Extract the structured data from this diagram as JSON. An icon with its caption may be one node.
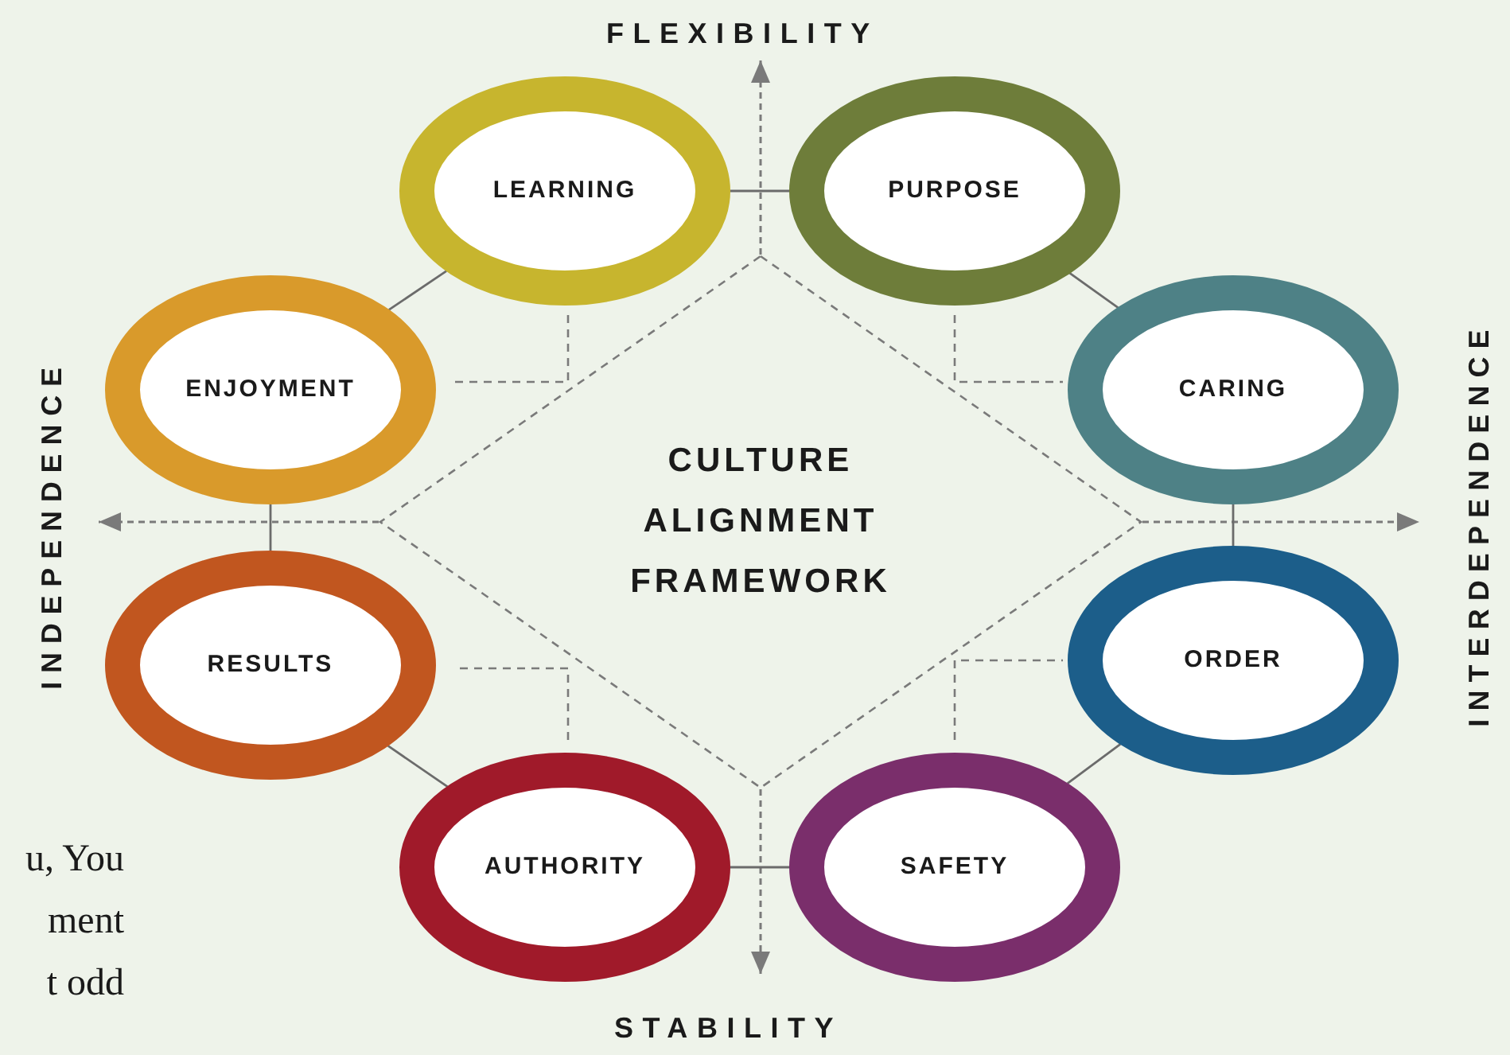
{
  "diagram": {
    "nodes": [
      {
        "text": [
          "LEARNING"
        ]
      },
      {
        "text": [
          "PURPOSE"
        ]
      },
      {
        "text": [
          "ENJOYMENT"
        ]
      },
      {
        "text": [
          "CARING"
        ]
      },
      {
        "text": [
          "RESULTS"
        ]
      },
      {
        "text": [
          "ORDER"
        ]
      },
      {
        "text": [
          "AUTHORITY"
        ]
      },
      {
        "text": [
          "SAFETY"
        ]
      },
      {
        "text": [
          "CULTURE ALIGNMENT FRAMEWORK"
        ]
      }
    ],
    "edges": [
      {
        "from": 0,
        "to": 1,
        "arrow": "none"
      },
      {
        "from": 1,
        "to": 3,
        "arrow": "none"
      },
      {
        "from": 3,
        "to": 5,
        "arrow": "none"
      },
      {
        "from": 5,
        "to": 7,
        "arrow": "none"
      },
      {
        "from": 7,
        "to": 6,
        "arrow": "none"
      },
      {
        "from": 6,
        "to": 4,
        "arrow": "none"
      },
      {
        "from": 4,
        "to": 2,
        "arrow": "none"
      },
      {
        "from": 2,
        "to": 0,
        "arrow": "none"
      }
    ],
    "labels": [
      "FLEXIBILITY",
      "INDEPENDENCE",
      "INTERDEPENDENCE",
      "u, You",
      "ment",
      "t odd",
      "STABILITY"
    ]
  }
}
